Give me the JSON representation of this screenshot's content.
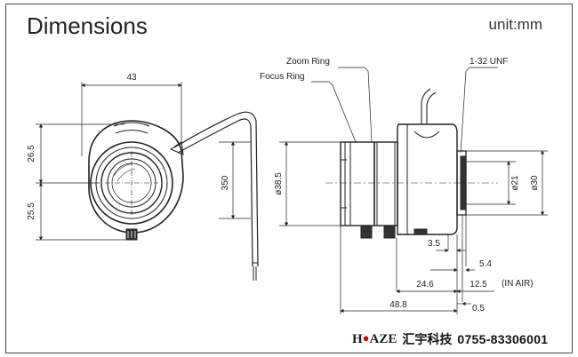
{
  "title": "Dimensions",
  "unit": "unit:mm",
  "labels": {
    "zoom_ring": "Zoom Ring",
    "focus_ring": "Focus Ring",
    "thread": "1-32 UNF",
    "in_air": "(IN AIR)"
  },
  "front_view": {
    "width": "43",
    "upper_height": "26.5",
    "lower_height": "25.5",
    "cable_length": "350"
  },
  "side_view": {
    "body_diameter": "ø38.5",
    "mount_inner": "ø21",
    "mount_outer": "ø30",
    "d_3_5": "3.5",
    "d_5_4": "5.4",
    "d_24_6": "24.6",
    "d_12_5": "12.5",
    "d_48_8": "48.8",
    "d_0_5": "0.5"
  },
  "footer": {
    "logo_h": "H",
    "logo_mark": "●",
    "logo_rest": "AZE",
    "company": "汇宇科技",
    "phone": "0755-83306001"
  },
  "colors": {
    "line": "#222222",
    "logo_accent": "#d40000"
  }
}
